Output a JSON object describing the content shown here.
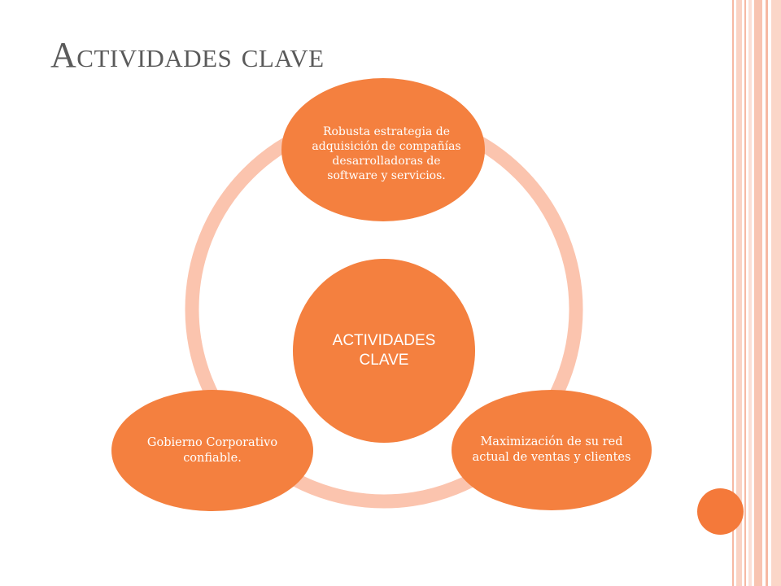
{
  "slide": {
    "title": "Actividades clave"
  },
  "diagram": {
    "type": "cycle",
    "center": "ACTIVIDADES CLAVE",
    "nodes": [
      "Robusta estrategia de adquisición de compañías desarrolladoras de software y servicios.",
      "Maximización de su red actual de ventas y clientes",
      "Gobierno Corporativo confiable."
    ]
  },
  "colors": {
    "node_fill": "#f4803f",
    "ring": "#fbc4ae",
    "node_text": "#ffffff",
    "title_text": "#5a5a5a",
    "accent_dot": "#f4793a"
  }
}
